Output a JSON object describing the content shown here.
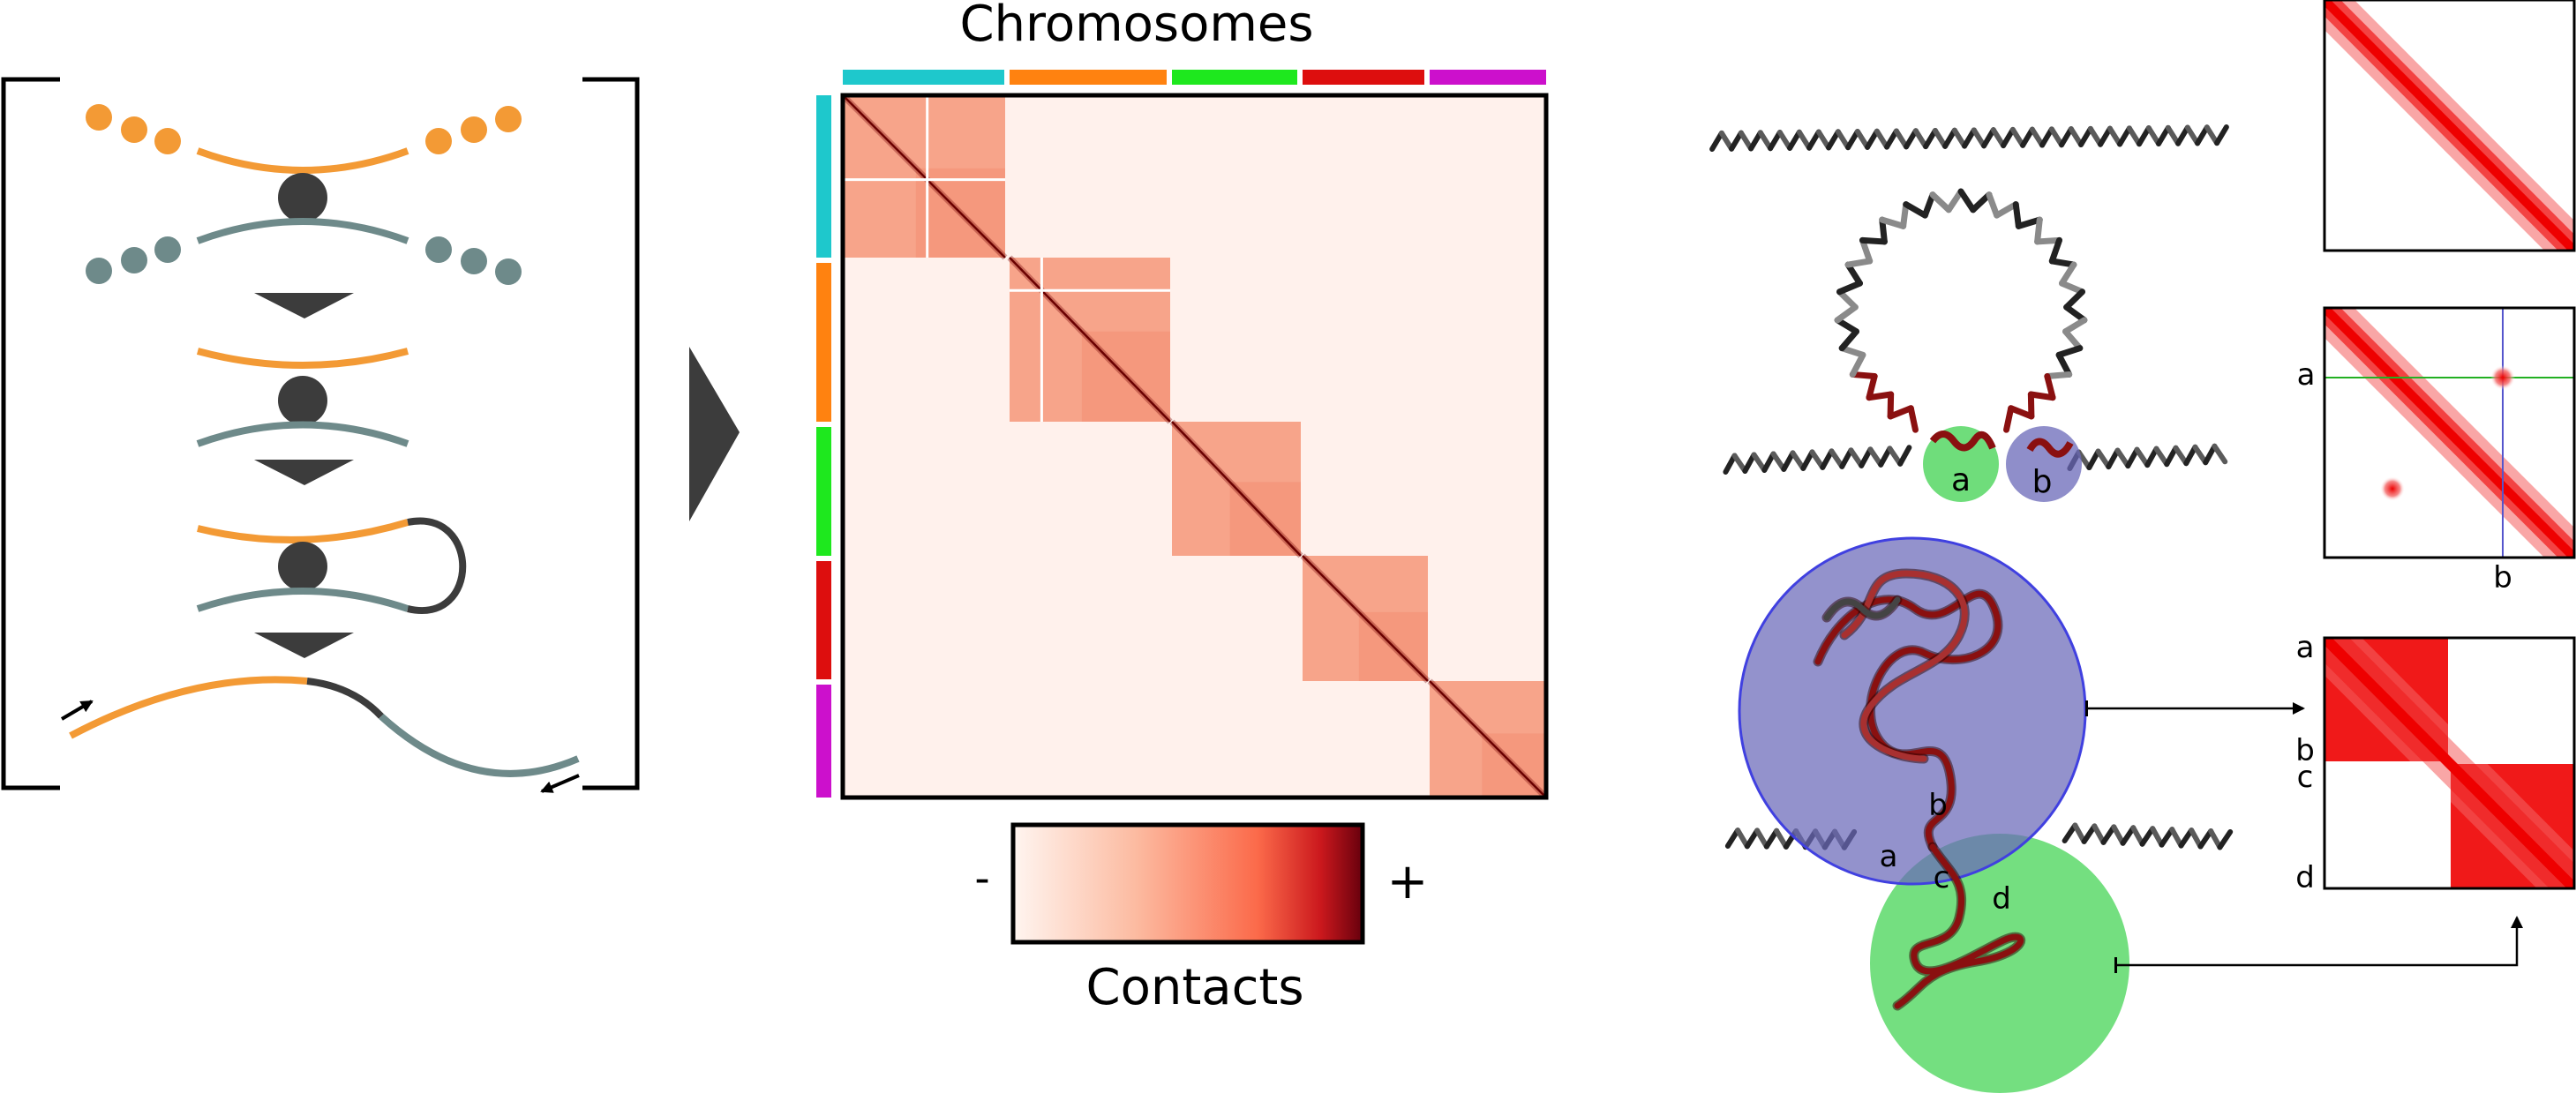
{
  "heatmap": {
    "title": "Chromosomes",
    "colorbar_label": "Contacts",
    "colorbar_min_label": "-",
    "colorbar_max_label": "+",
    "chromosome_colors": [
      "#1ec8cc",
      "#ff8210",
      "#1ee81e",
      "#dd0e0e",
      "#cc10cc"
    ]
  },
  "loop_panel": {
    "anchor_a": "a",
    "anchor_b": "b",
    "matrix_row_label": "a",
    "matrix_col_label": "b"
  },
  "domain_panel": {
    "point_a": "a",
    "point_b": "b",
    "point_c": "c",
    "point_d": "d",
    "matrix_label_a": "a",
    "matrix_label_b": "b",
    "matrix_label_c": "c",
    "matrix_label_d": "d"
  },
  "colors": {
    "orange": "#f39a35",
    "slate": "#6e8a8a",
    "dark": "#3c3c3c",
    "contact_red": "#ee0000",
    "green_domain": "#3fd24f",
    "blue_domain": "#6a68b8"
  }
}
